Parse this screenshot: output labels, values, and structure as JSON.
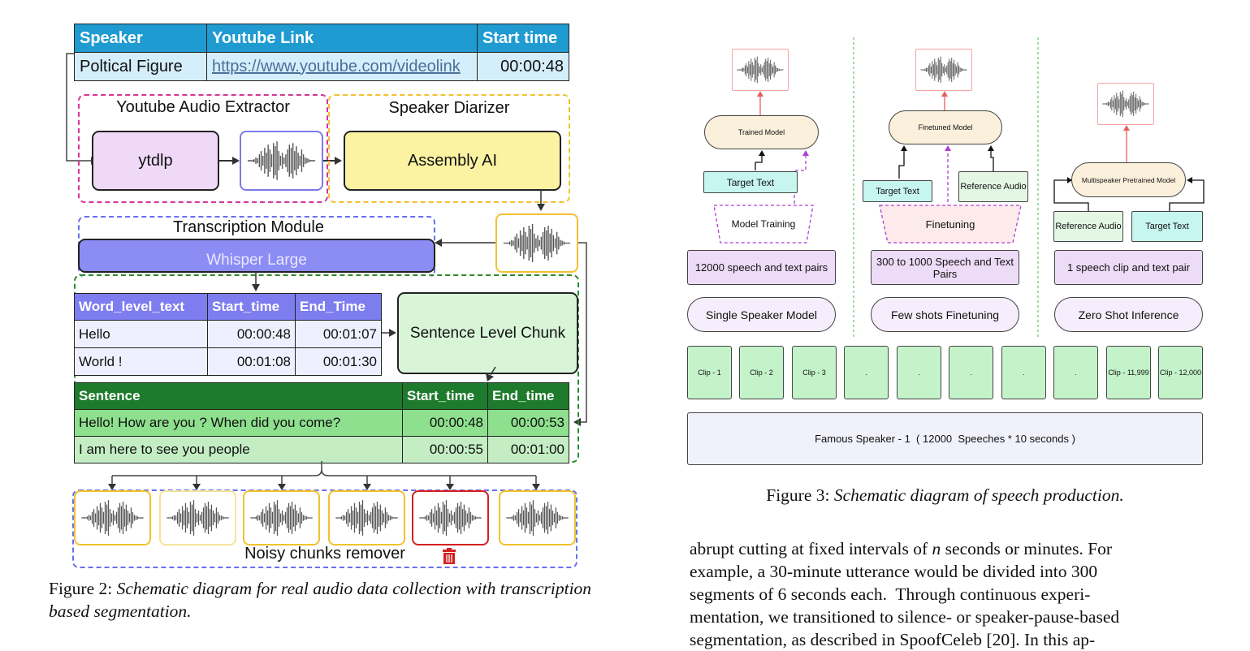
{
  "fig2": {
    "table1": {
      "headers": [
        "Speaker",
        "Youtube Link",
        "Start time"
      ],
      "row": [
        "Poltical Figure",
        "https://www.youtube.com/videolink",
        "00:00:48"
      ]
    },
    "extractor_label": "Youtube Audio Extractor",
    "ytdlp": "ytdlp",
    "diarizer_label": "Speaker Diarizer",
    "assembly": "Assembly AI",
    "transcription_label": "Transcription Module",
    "whisper": "Whisper Large",
    "table2": {
      "headers": [
        "Word_level_text",
        "Start_time",
        "End_Time"
      ],
      "rows": [
        [
          "Hello",
          "00:00:48",
          "00:01:07"
        ],
        [
          "World !",
          "00:01:08",
          "00:01:30"
        ]
      ]
    },
    "chunk": "Sentence Level Chunk",
    "table3": {
      "headers": [
        "Sentence",
        "Start_time",
        "End_time"
      ],
      "rows": [
        [
          "Hello! How are you ? When did you come?",
          "00:00:48",
          "00:00:53"
        ],
        [
          "I am here to see you people",
          "00:00:55",
          "00:01:00"
        ]
      ]
    },
    "noisy_label": "Noisy chunks remover",
    "caption_prefix": "Figure 2:",
    "caption_text": "Schematic diagram for real audio data collection with transcription based segmentation.",
    "icons": [
      "waveform-icon",
      "trash-icon"
    ]
  },
  "fig3": {
    "col1": {
      "model": "Trained Model",
      "input": "Target Text",
      "process": "Model Training",
      "pairs": "12000 speech and text pairs",
      "mode": "Single Speaker Model"
    },
    "col2": {
      "model": "Finetuned Model",
      "input1": "Target Text",
      "input2": "Reference Audio",
      "process": "Finetuning",
      "pairs": "300 to 1000 Speech and Text Pairs",
      "mode": "Few shots Finetuning"
    },
    "col3": {
      "model": "Multispeaker Pretrained Model",
      "input1": "Reference Audio",
      "input2": "Target Text",
      "pairs": "1 speech clip and text pair",
      "mode": "Zero Shot Inference"
    },
    "clips": [
      "Clip - 1",
      "Clip - 2",
      "Clip - 3",
      ".",
      ".",
      ".",
      ".",
      ".",
      "Clip - 11,999",
      "Clip - 12,000"
    ],
    "speaker": "Famous Speaker - 1  ( 12000  Speeches * 10 seconds )",
    "caption_prefix": "Figure 3:",
    "caption_text": "Schematic diagram of speech production."
  },
  "body_text": {
    "line1_a": "abrupt cutting at fixed intervals of ",
    "line1_n": "n",
    "line1_b": " seconds or minutes. For",
    "line2": "example, a 30-minute utterance would be divided into 300",
    "line3": "segments of 6 seconds each.  Through continuous experi-",
    "line4": "mentation, we transitioned to silence- or speaker-pause-based",
    "line5": "segmentation, as described in SpoofCeleb [20]. In this ap-"
  },
  "colors": {
    "yt_header": "#1f9bd1",
    "magenta_dash": "#d6359a",
    "yellow_dash": "#f2c12e",
    "blue_dash": "#6670f0",
    "green_dash": "#2a8b2a",
    "whisper": "#8c8cf5",
    "sentence_header": "#1e7a2c",
    "trash_red": "#d42020"
  }
}
